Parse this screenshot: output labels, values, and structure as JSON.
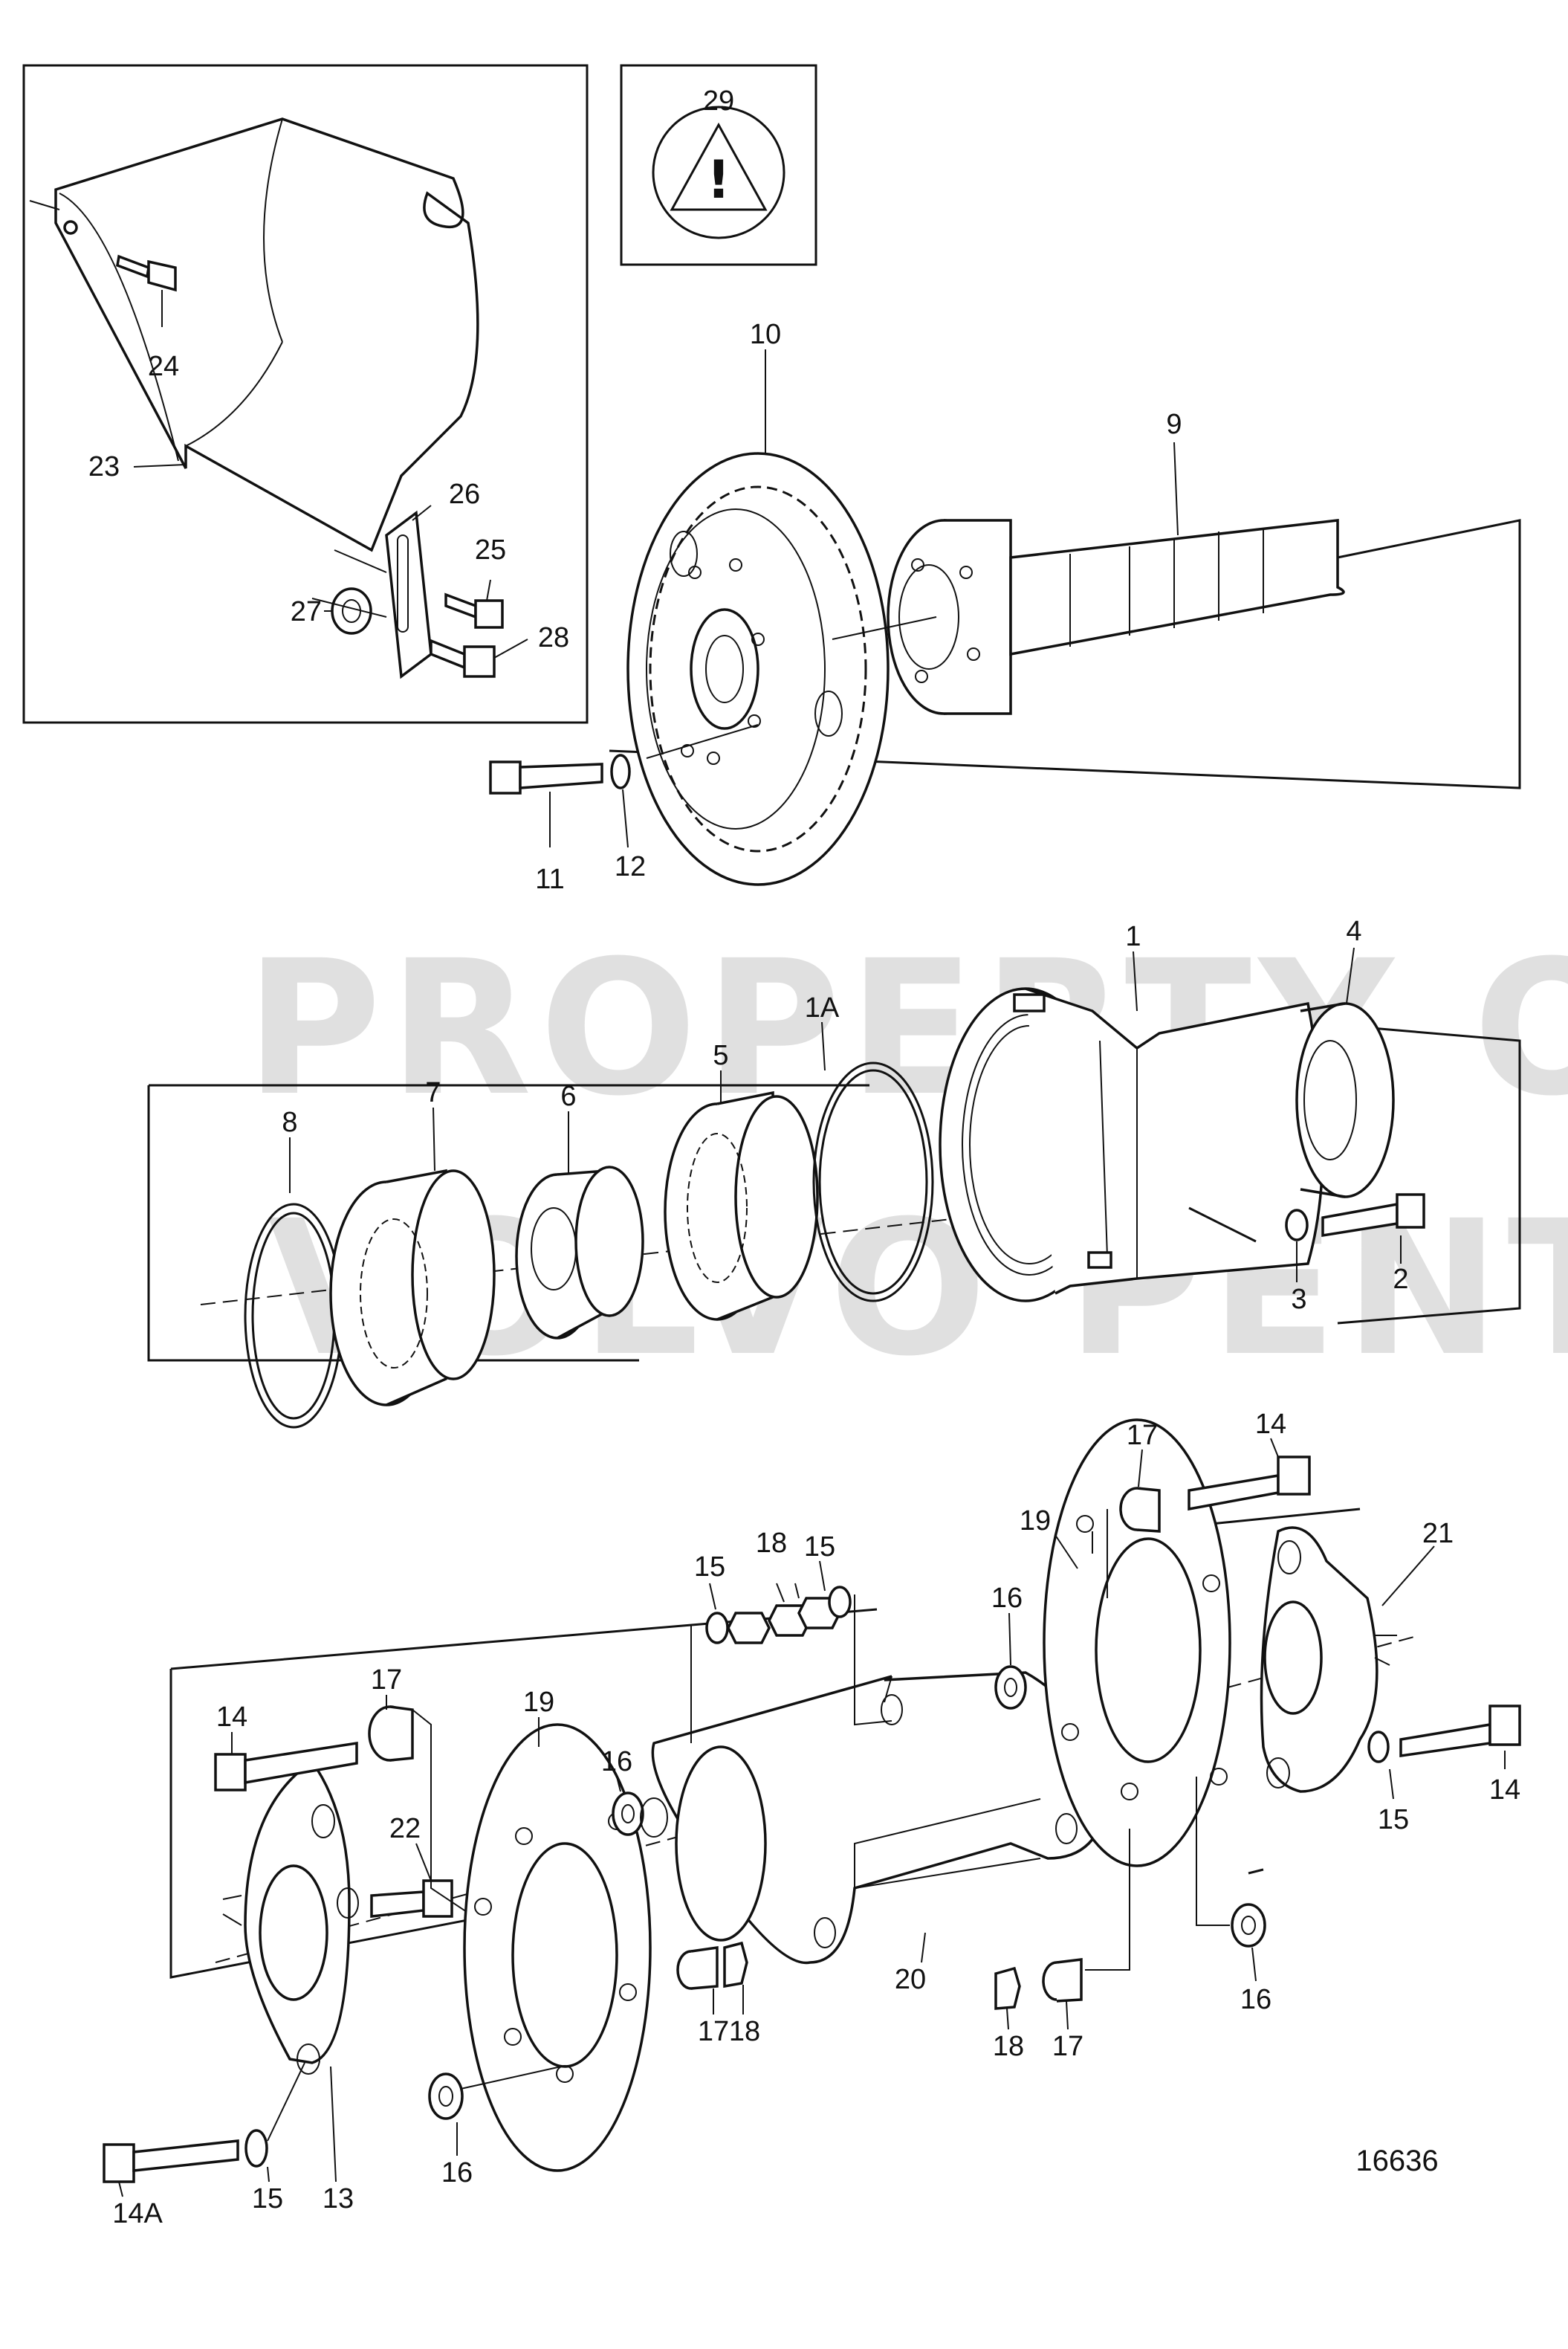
{
  "diagram": {
    "document_number": "16636",
    "watermark_lines": [
      "PROPERTY OF",
      "VOLVO PENTA"
    ],
    "warning_callout": "29",
    "warning_symbol": "!",
    "labels": {
      "p1": "1",
      "p1a": "1A",
      "p2": "2",
      "p3": "3",
      "p4": "4",
      "p5": "5",
      "p6": "6",
      "p7": "7",
      "p8": "8",
      "p9": "9",
      "p10": "10",
      "p11": "11",
      "p12": "12",
      "p13": "13",
      "p14_a": "14",
      "p14_b": "14",
      "p14_c": "14",
      "p14a": "14A",
      "p15_a": "15",
      "p15_b": "15",
      "p15_c": "15",
      "p15_d": "15",
      "p16_a": "16",
      "p16_b": "16",
      "p16_c": "16",
      "p16_d": "16",
      "p17_a": "17",
      "p17_b": "17",
      "p17_c": "17",
      "p17_d": "17",
      "p18_a": "18",
      "p18_b": "18",
      "p18_c": "18",
      "p19_a": "19",
      "p19_b": "19",
      "p20": "20",
      "p21": "21",
      "p22": "22",
      "p23": "23",
      "p24": "24",
      "p25": "25",
      "p26": "26",
      "p27": "27",
      "p28": "28"
    },
    "icons": [
      "warning-triangle-icon"
    ]
  }
}
